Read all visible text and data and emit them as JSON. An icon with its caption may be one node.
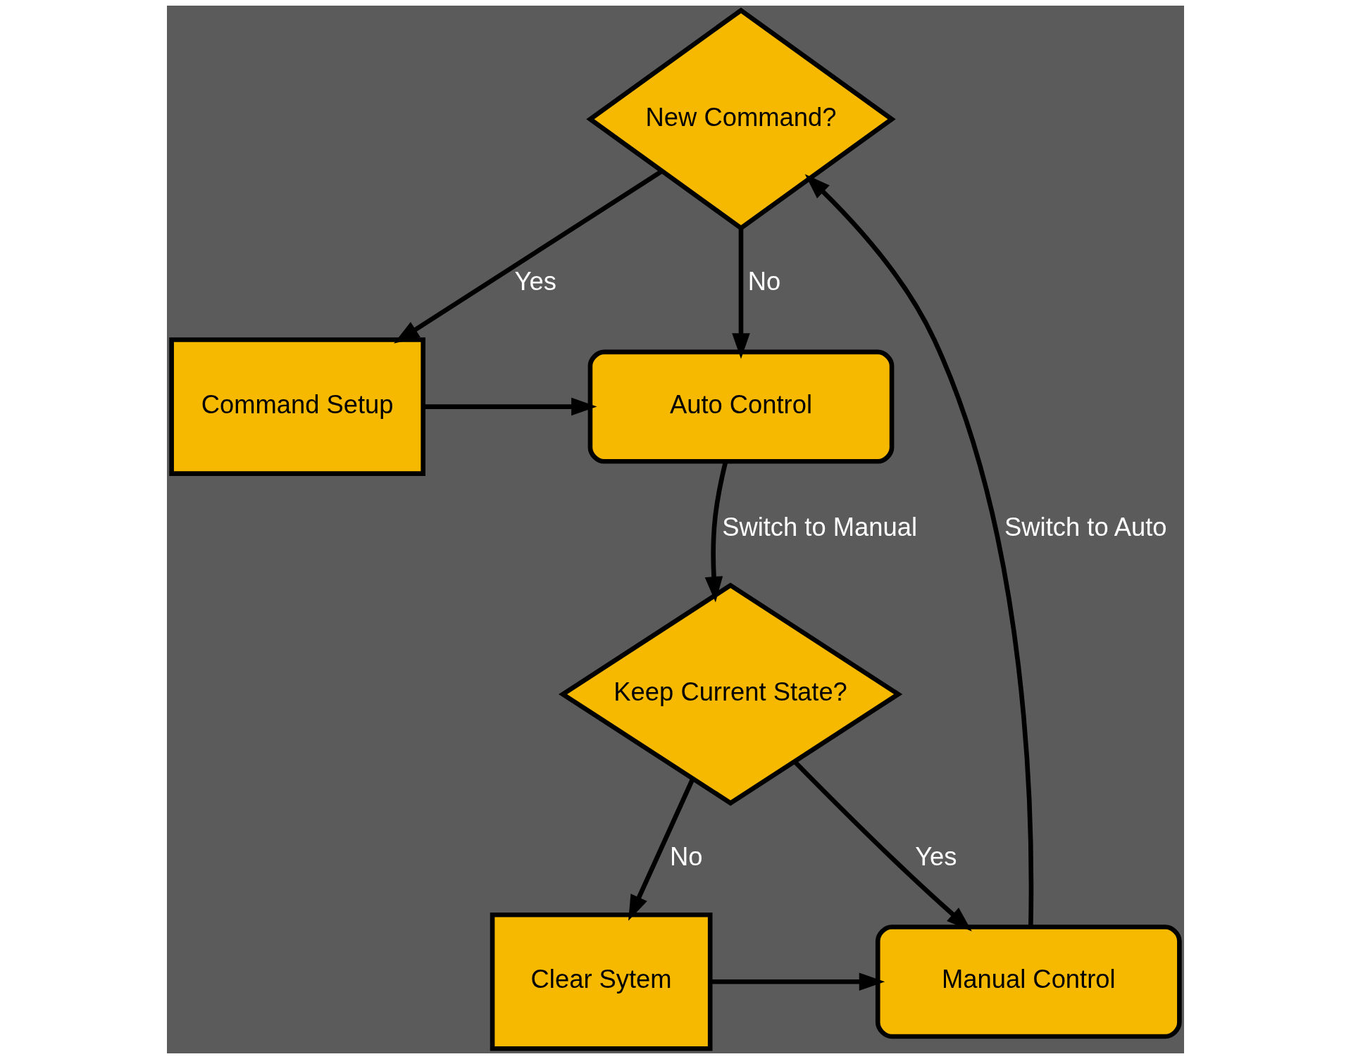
{
  "diagram": {
    "nodes": [
      {
        "text": [
          "New Command?"
        ]
      },
      {
        "text": [
          "Auto Control"
        ]
      },
      {
        "text": [
          "Command Setup"
        ]
      },
      {
        "text": [
          "Clear Sytem"
        ]
      },
      {
        "text": [
          "Manual Control"
        ]
      },
      {
        "text": [
          "Keep Current State?"
        ]
      }
    ],
    "edges": [
      {
        "from": 0,
        "to": 1,
        "arrow": "to",
        "label": "No"
      },
      {
        "from": 0,
        "to": 2,
        "arrow": "to",
        "label": "Yes"
      },
      {
        "from": 2,
        "to": 1,
        "arrow": "to"
      },
      {
        "from": 1,
        "to": 5,
        "arrow": "to",
        "label": "Switch to Manual"
      },
      {
        "from": 5,
        "to": 3,
        "arrow": "to",
        "label": "No"
      },
      {
        "from": 3,
        "to": 4,
        "arrow": "to"
      },
      {
        "from": 5,
        "to": 4,
        "arrow": "to",
        "label": "Yes"
      },
      {
        "from": 4,
        "to": 0,
        "arrow": "to",
        "label": "Switch to Auto"
      }
    ]
  }
}
